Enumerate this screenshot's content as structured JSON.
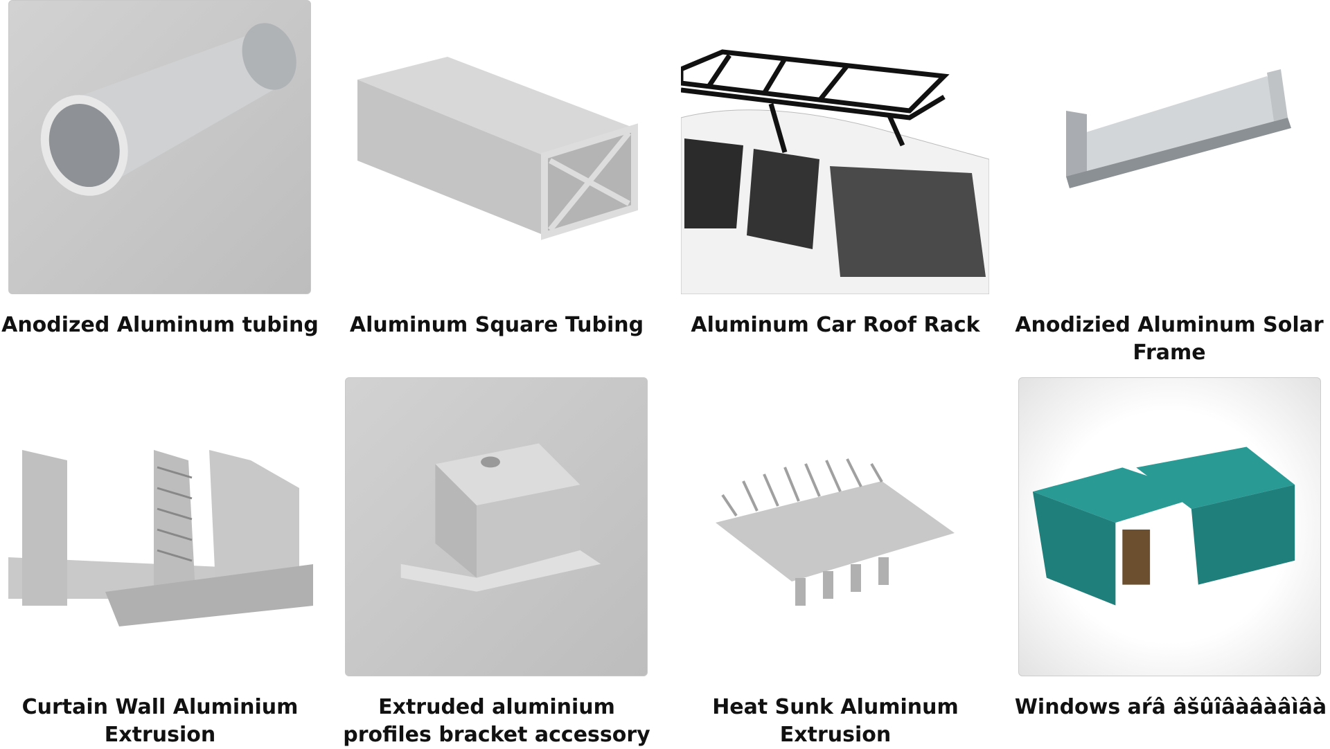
{
  "products": [
    {
      "title": "Anodized Aluminum tubing"
    },
    {
      "title": "Aluminum Square Tubing"
    },
    {
      "title": "Aluminum Car Roof Rack"
    },
    {
      "title": "Anodizied Aluminum Solar Frame"
    },
    {
      "title": "Curtain Wall Aluminium Extrusion"
    },
    {
      "title": "Extruded aluminium profiles bracket accessory"
    },
    {
      "title": "Heat Sunk Aluminum Extrusion"
    },
    {
      "title": "Windows aŕâ âšûîâàâàâìâà"
    }
  ],
  "colors": {
    "profile_green": "#1f8a86",
    "aluminum": "#b9bcbf"
  }
}
